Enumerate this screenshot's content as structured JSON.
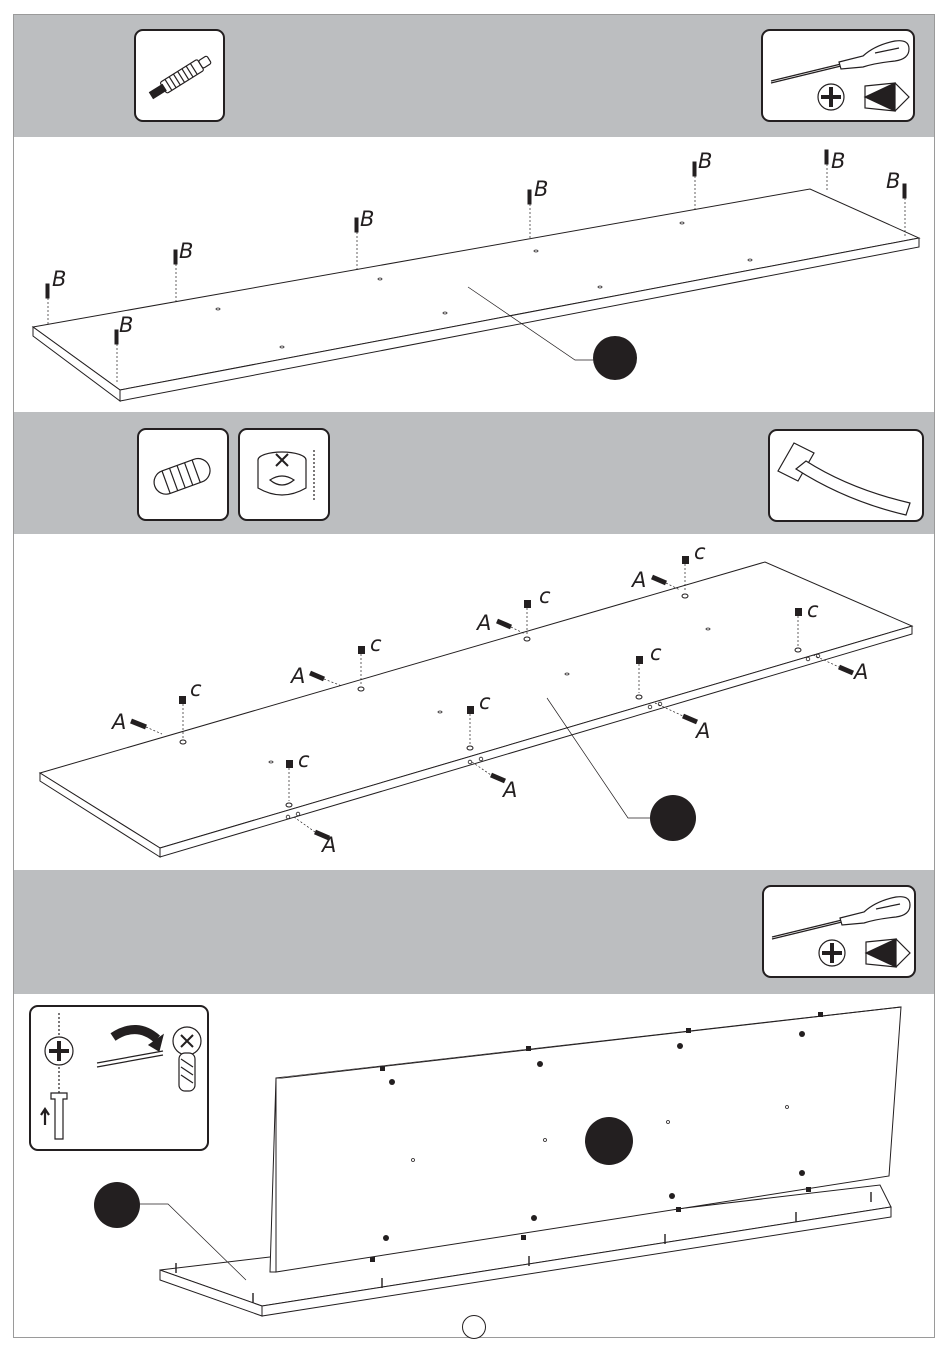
{
  "steps": [
    {
      "tools": [
        "bolt-icon",
        "screwdriver-icon"
      ],
      "part_labels": [
        "B",
        "B",
        "B",
        "B",
        "B",
        "B",
        "B",
        "B"
      ]
    },
    {
      "tools": [
        "dowel-icon",
        "cam-lock-icon",
        "hammer-icon"
      ],
      "part_labels": {
        "A": [
          "A",
          "A",
          "A",
          "A",
          "A",
          "A",
          "A",
          "A"
        ],
        "C": [
          "c",
          "c",
          "c",
          "c",
          "c",
          "c",
          "c",
          "c"
        ]
      }
    },
    {
      "tools": [
        "screwdriver-icon"
      ],
      "detail": "cam-lock-tightening-icon"
    }
  ],
  "page_number": "",
  "colors": {
    "band": "#bcbec0",
    "ink": "#231f20",
    "frame": "#9a9a9a"
  }
}
